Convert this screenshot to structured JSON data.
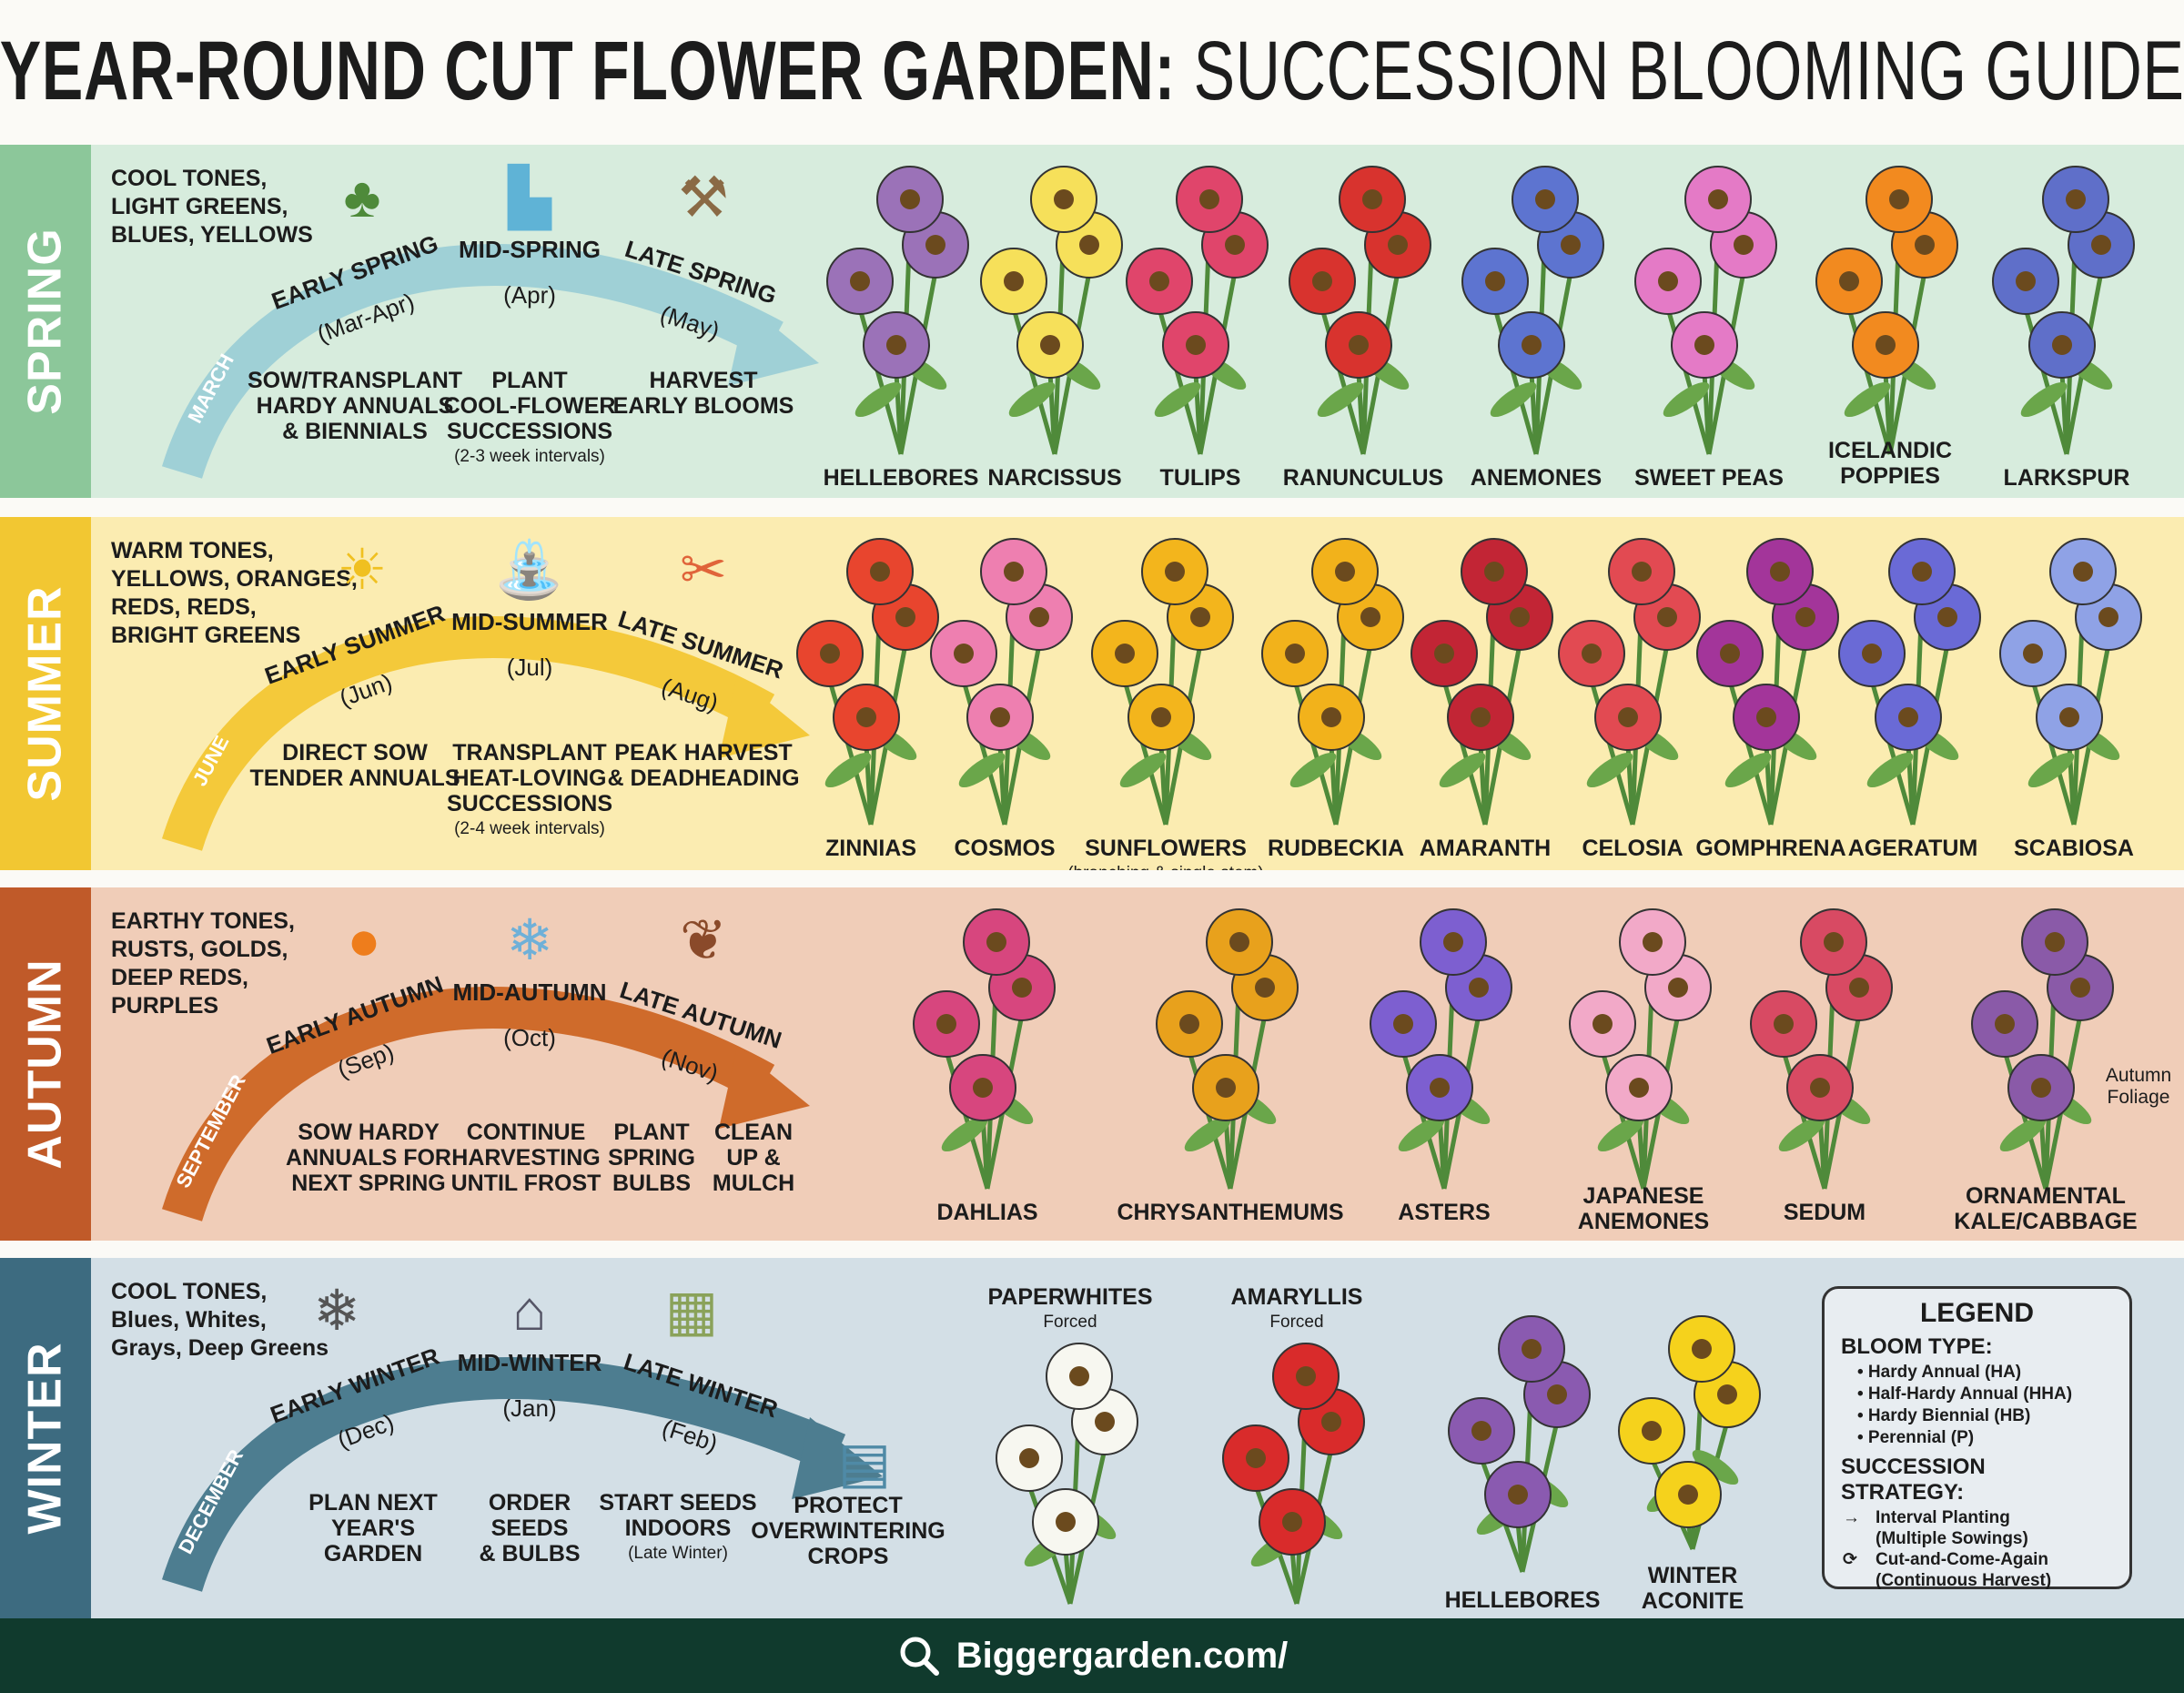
{
  "title": {
    "bold": "YEAR-ROUND CUT FLOWER GARDEN:",
    "regular": " SUCCESSION BLOOMING GUIDE"
  },
  "seasons": [
    {
      "name": "SPRING",
      "bg": "#d7ecdd",
      "strip": "#8cc79a",
      "arc": "#9fd0d6",
      "arc_dark": "#6fb1b8",
      "tones": [
        "COOL TONES,",
        "LIGHT GREENS,",
        "BLUES, YELLOWS"
      ],
      "start": "MARCH",
      "icons": [
        {
          "name": "seedling-bulb-icon",
          "glyph": "♣",
          "color": "#4e8a3a"
        },
        {
          "name": "rain-boots-icon",
          "glyph": "▙",
          "color": "#5fb3d6"
        },
        {
          "name": "trowel-icon",
          "glyph": "⚒",
          "color": "#8a6a45"
        }
      ],
      "stages": [
        {
          "name": "EARLY SPRING",
          "month": "(Mar-Apr)",
          "action": [
            "SOW/TRANSPLANT",
            "HARDY ANNUALS",
            "& BIENNIALS"
          ]
        },
        {
          "name": "MID-SPRING",
          "month": "(Apr)",
          "action": [
            "PLANT",
            "COOL-FLOWER",
            "SUCCESSIONS"
          ],
          "note": "(2-3 week intervals)"
        },
        {
          "name": "LATE SPRING",
          "month": "(May)",
          "action": [
            "HARVEST",
            "EARLY BLOOMS"
          ]
        }
      ],
      "flowers": [
        {
          "name": [
            "HELLEBORES"
          ],
          "color": "#9b72b8"
        },
        {
          "name": [
            "NARCISSUS"
          ],
          "color": "#f6e05a"
        },
        {
          "name": [
            "TULIPS"
          ],
          "color": "#e0456b"
        },
        {
          "name": [
            "RANUNCULUS"
          ],
          "color": "#d8332e"
        },
        {
          "name": [
            "ANEMONES"
          ],
          "color": "#5d74d0"
        },
        {
          "name": [
            "SWEET PEAS"
          ],
          "color": "#e47ac6"
        },
        {
          "name": [
            "ICELANDIC",
            "POPPIES"
          ],
          "color": "#f28a1f"
        },
        {
          "name": [
            "LARKSPUR"
          ],
          "color": "#5f6fc9"
        }
      ]
    },
    {
      "name": "SUMMER",
      "bg": "#fbecb1",
      "strip": "#f2c732",
      "arc": "#f4c93a",
      "arc_dark": "#e2ad15",
      "tones": [
        "WARM TONES,",
        "YELLOWS, ORANGES,",
        "REDS, REDS,",
        "BRIGHT GREENS"
      ],
      "start": "JUNE",
      "icons": [
        {
          "name": "sun-icon",
          "glyph": "☀",
          "color": "#f0c020"
        },
        {
          "name": "watering-can-icon",
          "glyph": "⛲",
          "color": "#7bb35a"
        },
        {
          "name": "pruners-icon",
          "glyph": "✂",
          "color": "#e0643a"
        }
      ],
      "stages": [
        {
          "name": "EARLY SUMMER",
          "month": "(Jun)",
          "action": [
            "DIRECT SOW",
            "TENDER ANNUALS"
          ]
        },
        {
          "name": "MID-SUMMER",
          "month": "(Jul)",
          "action": [
            "TRANSPLANT",
            "HEAT-LOVING",
            "SUCCESSIONS"
          ],
          "note": "(2-4 week intervals)"
        },
        {
          "name": "LATE SUMMER",
          "month": "(Aug)",
          "action": [
            "PEAK HARVEST",
            "& DEADHEADING"
          ]
        }
      ],
      "flowers": [
        {
          "name": [
            "ZINNIAS"
          ],
          "color": "#e8452e"
        },
        {
          "name": [
            "COSMOS"
          ],
          "color": "#ee7fb0"
        },
        {
          "name": [
            "SUNFLOWERS"
          ],
          "sub": "(branching & single stem)",
          "color": "#f3b51c"
        },
        {
          "name": [
            "RUDBECKIA"
          ],
          "color": "#f2b21b"
        },
        {
          "name": [
            "AMARANTH"
          ],
          "color": "#c22535"
        },
        {
          "name": [
            "CELOSIA"
          ],
          "color": "#e24a52"
        },
        {
          "name": [
            "GOMPHRENA"
          ],
          "color": "#a3359a"
        },
        {
          "name": [
            "AGERATUM"
          ],
          "color": "#6a6ad6"
        },
        {
          "name": [
            "SCABIOSA"
          ],
          "color": "#8fa2e6"
        }
      ]
    },
    {
      "name": "AUTUMN",
      "bg": "#f0cdb8",
      "strip": "#c05a29",
      "arc": "#cf6b2b",
      "arc_dark": "#a9501c",
      "tones": [
        "EARTHY TONES,",
        "RUSTS, GOLDS,",
        "DEEP REDS,",
        "PURPLES"
      ],
      "start": "SEPTEMBER",
      "icons": [
        {
          "name": "pumpkin-icon",
          "glyph": "●",
          "color": "#ee7d1c"
        },
        {
          "name": "snowflake-icon",
          "glyph": "❄",
          "color": "#6fb0d8"
        },
        {
          "name": "seed-pods-icon",
          "glyph": "❦",
          "color": "#8a4a2a"
        }
      ],
      "stages": [
        {
          "name": "EARLY AUTUMN",
          "month": "(Sep)",
          "action": [
            "SOW HARDY",
            "ANNUALS FOR",
            "NEXT SPRING"
          ]
        },
        {
          "name": "MID-AUTUMN",
          "month": "(Oct)",
          "action": [
            "CONTINUE",
            "HARVESTING",
            "UNTIL FROST"
          ]
        },
        {
          "name": "LATE AUTUMN",
          "month": "(Nov)",
          "action": [
            "PLANT",
            "SPRING",
            "BULBS"
          ]
        },
        {
          "action": [
            "CLEAN",
            "UP &",
            "MULCH"
          ]
        }
      ],
      "annotation": [
        "Autumn",
        "Foliage"
      ],
      "flowers": [
        {
          "name": [
            "DAHLIAS"
          ],
          "color": "#d7467e"
        },
        {
          "name": [
            "CHRYSANTHEMUMS"
          ],
          "color": "#e8a11c"
        },
        {
          "name": [
            "ASTERS"
          ],
          "color": "#7d5fd0"
        },
        {
          "name": [
            "JAPANESE",
            "ANEMONES"
          ],
          "color": "#f2a9c8"
        },
        {
          "name": [
            "SEDUM"
          ],
          "color": "#d84a63"
        },
        {
          "name": [
            "ORNAMENTAL",
            "KALE/CABBAGE"
          ],
          "color": "#8a5aa8"
        }
      ]
    },
    {
      "name": "WINTER",
      "bg": "#d3dfe6",
      "strip": "#3d6b80",
      "arc": "#4d7d90",
      "arc_dark": "#34606f",
      "tones": [
        "COOL TONES,",
        "Blues, Whites,",
        "Grays, Deep Greens"
      ],
      "start": "DECEMBER",
      "icons": [
        {
          "name": "snowflake-icon",
          "glyph": "❄",
          "color": "#555"
        },
        {
          "name": "greenhouse-icon",
          "glyph": "⌂",
          "color": "#556"
        },
        {
          "name": "seed-packets-icon",
          "glyph": "▦",
          "color": "#8aa25a"
        },
        {
          "name": "planner-notebook-icon",
          "glyph": "▤",
          "color": "#4f8aa6"
        }
      ],
      "stages": [
        {
          "name": "EARLY WINTER",
          "month": "(Dec)",
          "action": [
            "PLAN NEXT",
            "YEAR'S",
            "GARDEN"
          ]
        },
        {
          "name": "MID-WINTER",
          "month": "(Jan)",
          "action": [
            "ORDER",
            "SEEDS",
            "& BULBS"
          ]
        },
        {
          "name": "LATE WINTER",
          "month": "(Feb)",
          "action": [
            "START SEEDS",
            "INDOORS"
          ],
          "note": "(Late Winter)"
        },
        {
          "action": [
            "PROTECT",
            "OVERWINTERING",
            "CROPS"
          ]
        }
      ],
      "flowers": [
        {
          "name": [
            "PAPERWHITES"
          ],
          "sub": "Forced",
          "color": "#f7f7f0"
        },
        {
          "name": [
            "AMARYLLIS"
          ],
          "sub": "Forced",
          "color": "#d92b2b"
        },
        {
          "name": [
            "HELLEBORES"
          ],
          "color": "#8a5ab0"
        },
        {
          "name": [
            "WINTER",
            "ACONITE"
          ],
          "color": "#f5d21c"
        }
      ],
      "legend": {
        "title": "LEGEND",
        "bloom_heading": "BLOOM TYPE:",
        "bloom_types": [
          "• Hardy Annual (HA)",
          "• Half-Hardy Annual (HHA)",
          "• Hardy Biennial (HB)",
          "• Perennial (P)"
        ],
        "strategy_heading": "SUCCESSION STRATEGY:",
        "strategies": [
          {
            "symbol": "→",
            "icon": "arrow-right-icon",
            "lines": [
              "Interval Planting",
              "(Multiple Sowings)"
            ]
          },
          {
            "symbol": "⟳",
            "icon": "cycle-icon",
            "lines": [
              "Cut-and-Come-Again",
              "(Continuous Harvest)"
            ]
          }
        ]
      }
    }
  ],
  "footer": {
    "url": "Biggergarden.com/"
  }
}
